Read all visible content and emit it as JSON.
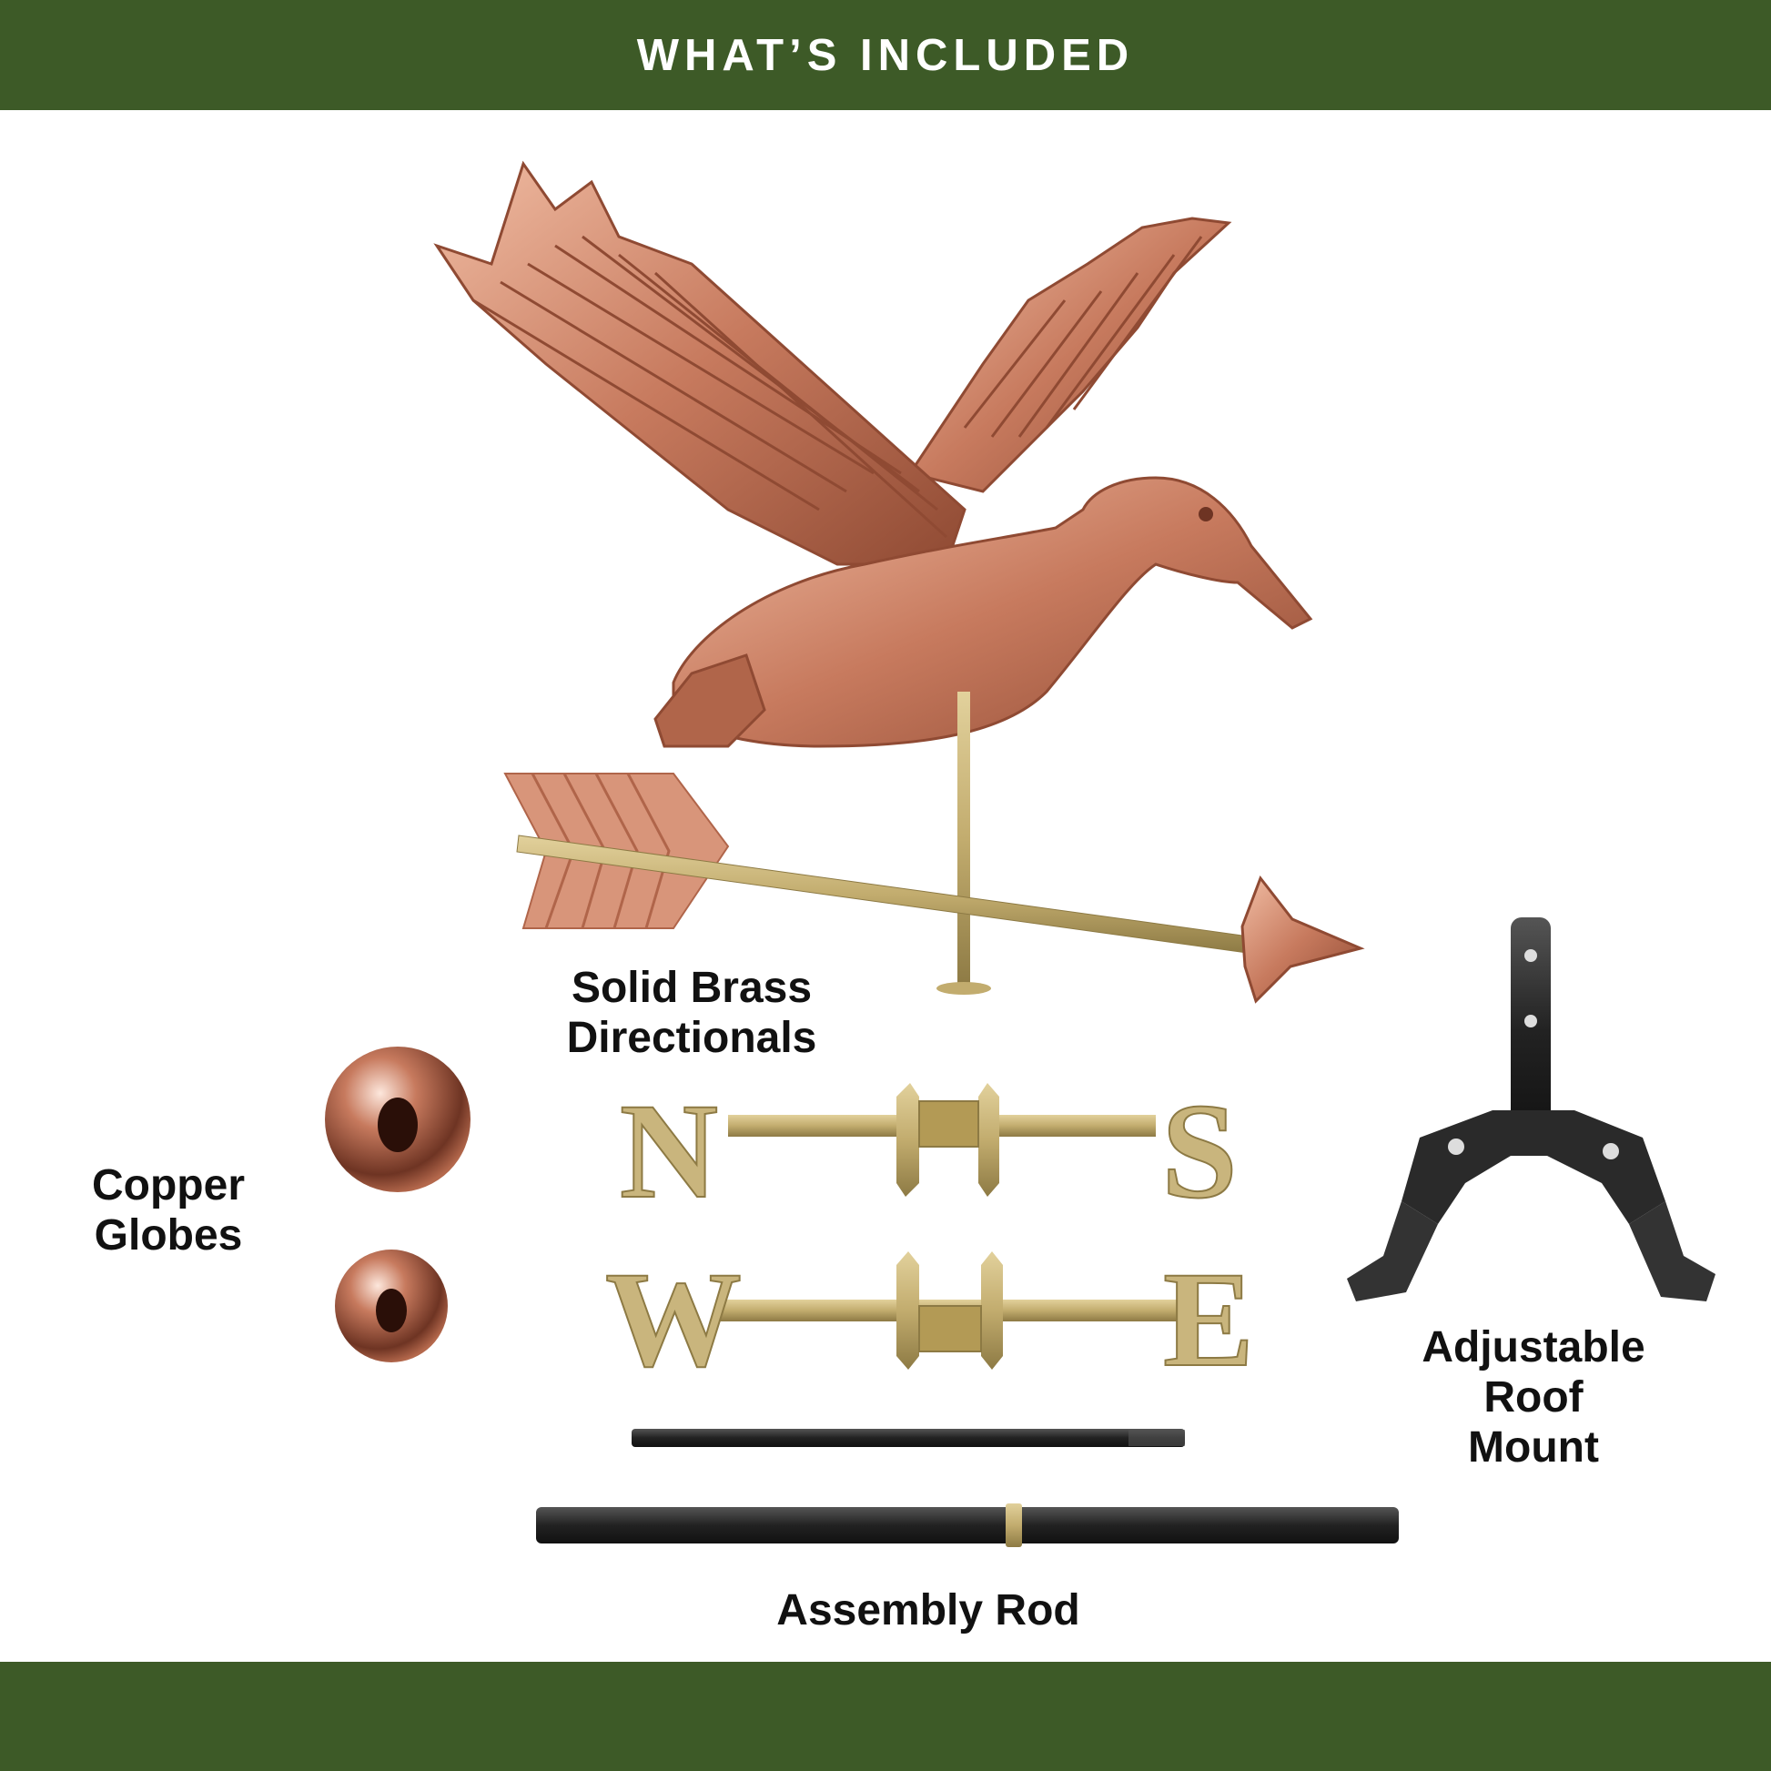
{
  "header": {
    "title": "WHAT’S INCLUDED"
  },
  "labels": {
    "directionals": [
      "Solid Brass",
      "Directionals"
    ],
    "globes": [
      "Copper",
      "Globes"
    ],
    "roof_mount": [
      "Adjustable",
      "Roof",
      "Mount"
    ],
    "rod": "Assembly Rod"
  },
  "letters": {
    "north": "N",
    "south": "S",
    "west": "W",
    "east": "E"
  },
  "colors": {
    "band": "#3d5a27",
    "copper": "#c77a5e",
    "copper_dark": "#8f4a33",
    "copper_light": "#f2c2a8",
    "brass": "#c2ac6e",
    "brass_dark": "#8d7a44",
    "black": "#222222"
  }
}
